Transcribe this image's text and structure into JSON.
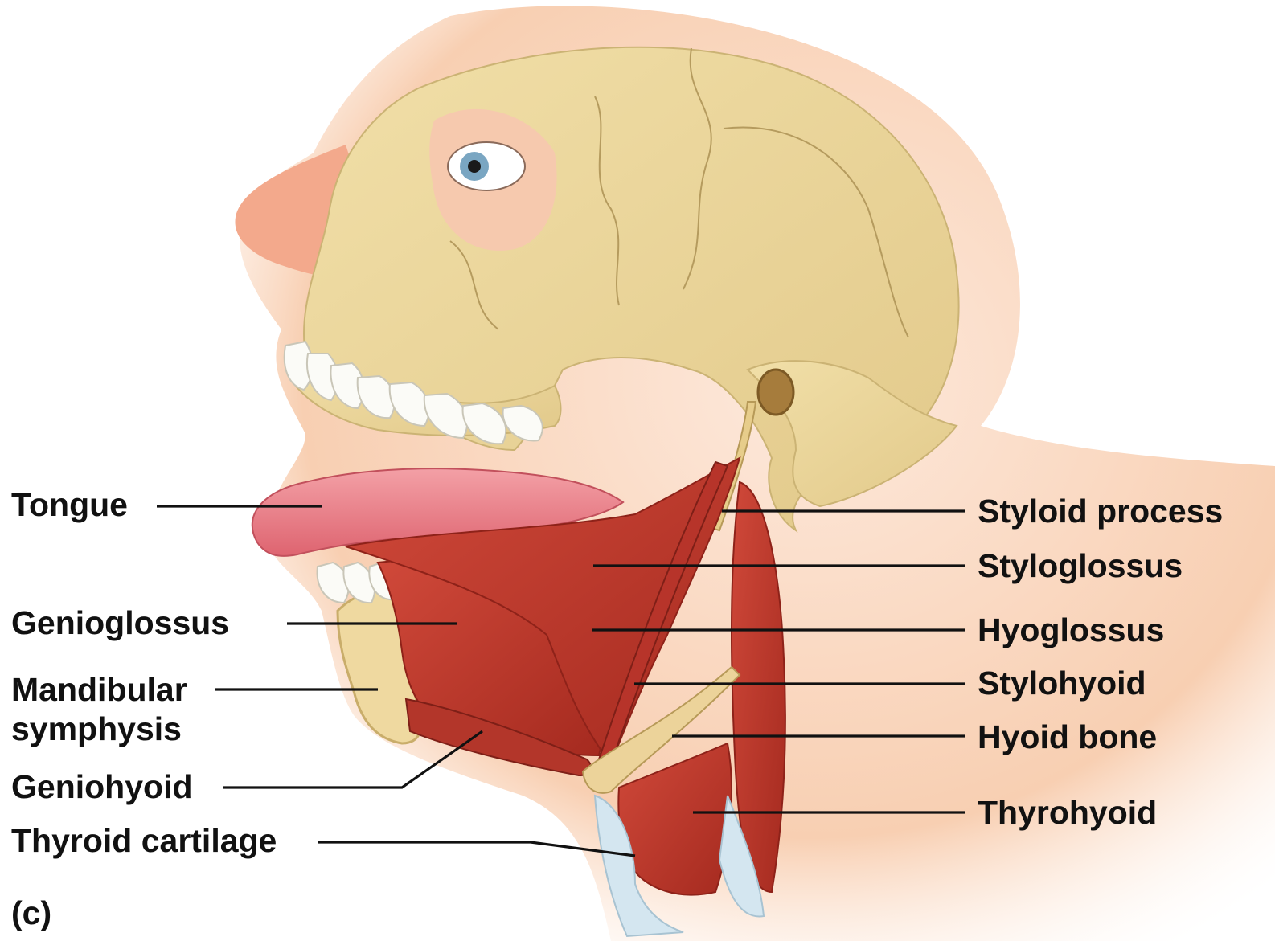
{
  "figure": {
    "panel_letter": "(c)",
    "labels": {
      "tongue": "Tongue",
      "genioglossus": "Genioglossus",
      "mandibular_symphysis_line1": "Mandibular",
      "mandibular_symphysis_line2": "symphysis",
      "geniohyoid": "Geniohyoid",
      "thyroid_cartilage": "Thyroid cartilage",
      "styloid_process": "Styloid process",
      "styloglossus": "Styloglossus",
      "hyoglossus": "Hyoglossus",
      "stylohyoid": "Stylohyoid",
      "hyoid_bone": "Hyoid bone",
      "thyrohyoid": "Thyrohyoid"
    }
  },
  "colors": {
    "skin": "#f6c7a6",
    "bone": "#ecd79b",
    "bone_shadow": "#cbb374",
    "muscle": "#c0392b",
    "muscle_dark": "#8e2219",
    "tongue": "#ea7e86",
    "cartilage": "#cfe3ee",
    "teeth": "#fbfbf7"
  }
}
